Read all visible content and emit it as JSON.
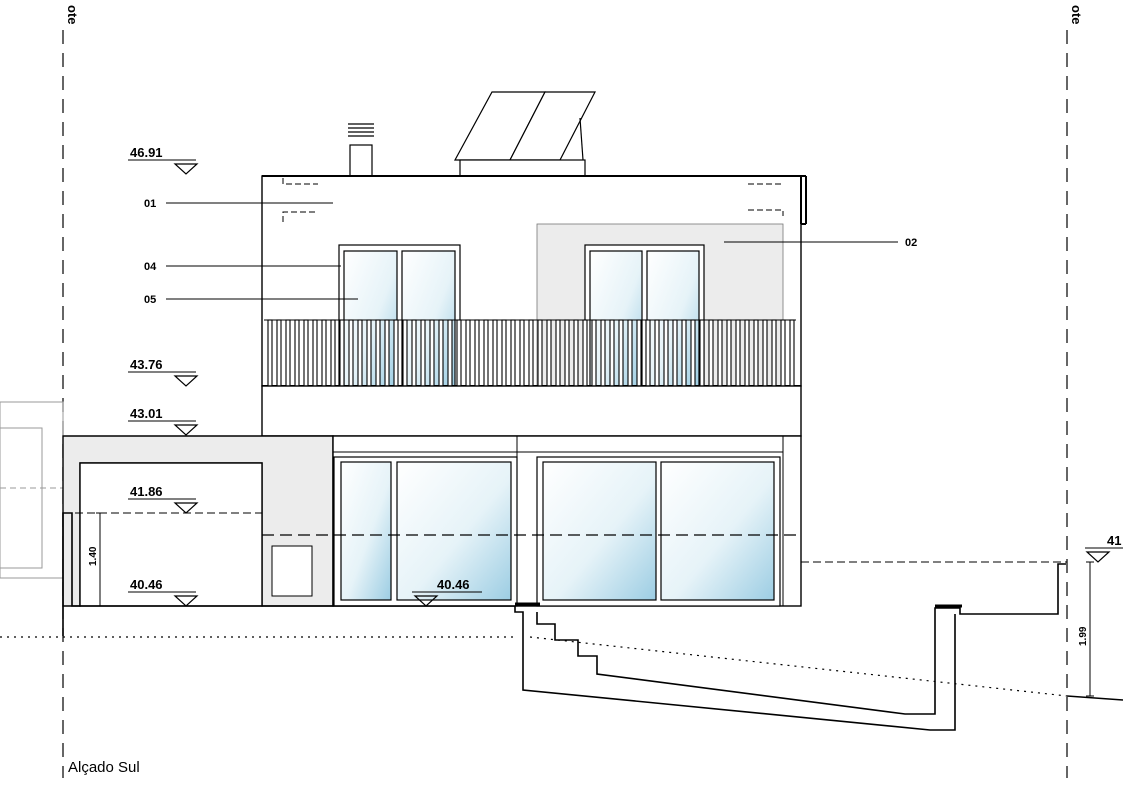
{
  "boundary_label": "ote",
  "title": "Alçado Sul",
  "levels": [
    "46.91",
    "43.76",
    "43.01",
    "41.86",
    "40.46",
    "40.46",
    "41"
  ],
  "callouts": [
    "01",
    "02",
    "04",
    "05"
  ],
  "dimensions": [
    "1.40",
    "1.99"
  ],
  "colors": {
    "line": "#000000",
    "wall_tint": "#ececec",
    "glass": "#bfe0ee",
    "watermark": "#cfcfcf"
  }
}
